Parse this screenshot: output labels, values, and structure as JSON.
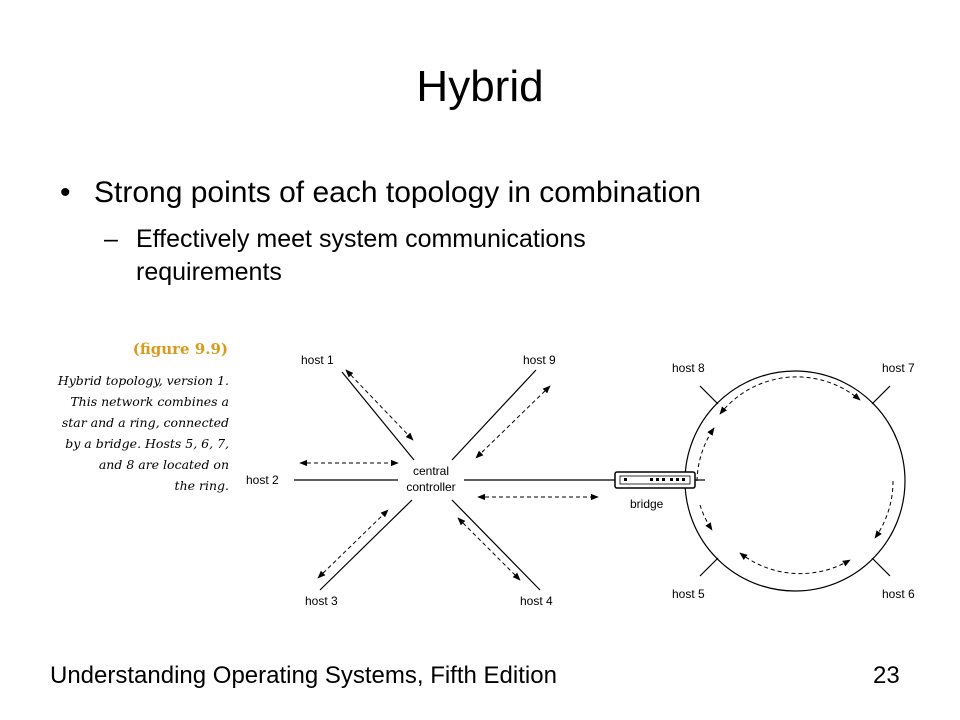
{
  "slide": {
    "title": "Hybrid",
    "bullet": "Strong points of each topology in combination",
    "sub_bullet_line1": "Effectively meet system communications",
    "sub_bullet_line2": "requirements",
    "bullet_marker": "•",
    "sub_marker": "–"
  },
  "figure": {
    "label": "(figure 9.9)",
    "caption_lines": [
      "Hybrid topology, version 1.",
      "This network combines a",
      "star and a ring, connected",
      "by a bridge. Hosts 5, 6, 7,",
      "and 8 are located on",
      "the ring."
    ]
  },
  "diagram": {
    "central_line1": "central",
    "central_line2": "controller",
    "bridge": "bridge",
    "hosts": {
      "h1": "host 1",
      "h2": "host 2",
      "h3": "host 3",
      "h4": "host 4",
      "h5": "host 5",
      "h6": "host 6",
      "h7": "host 7",
      "h8": "host 8",
      "h9": "host 9"
    }
  },
  "footer": {
    "book": "Understanding Operating Systems, Fifth Edition",
    "page": "23"
  }
}
